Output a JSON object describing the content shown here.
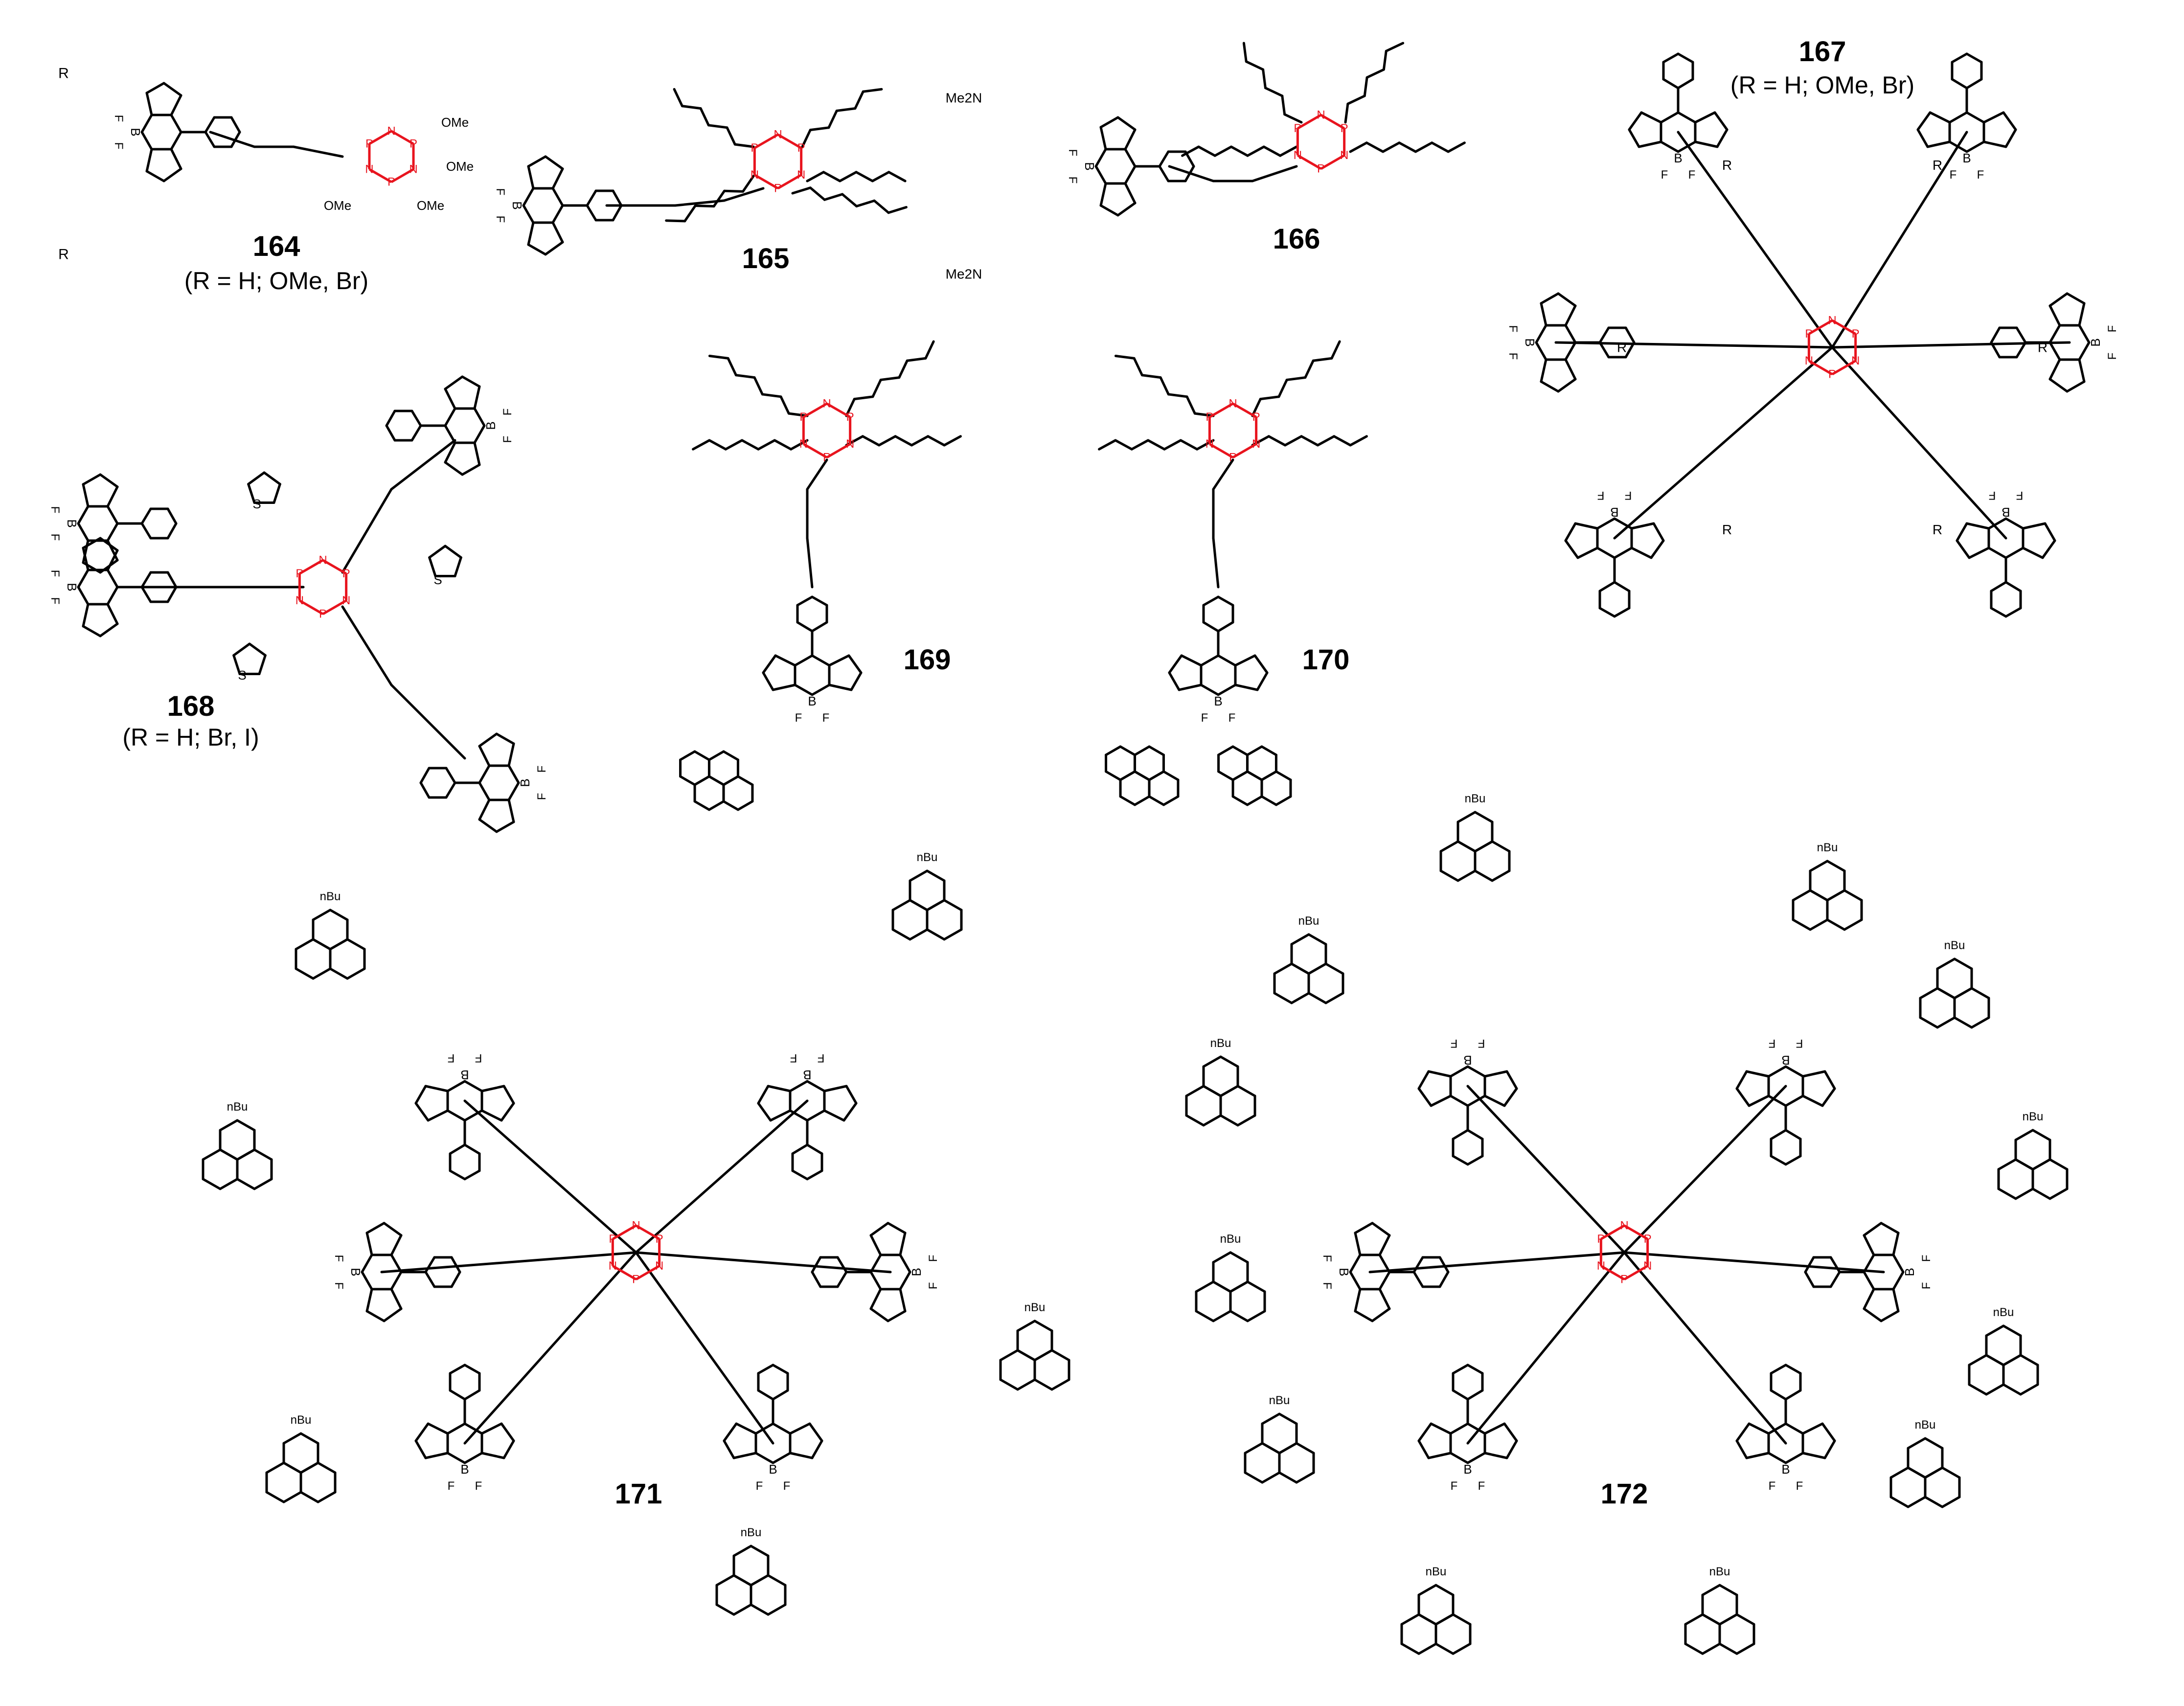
{
  "compounds": [
    {
      "id": "c164",
      "number": "164",
      "substituents": "(R = H; OMe, Br)"
    },
    {
      "id": "c165",
      "number": "165",
      "substituents": ""
    },
    {
      "id": "c166",
      "number": "166",
      "substituents": ""
    },
    {
      "id": "c167",
      "number": "167",
      "substituents": "(R = H; OMe, Br)"
    },
    {
      "id": "c168",
      "number": "168",
      "substituents": "(R = H; Br, I)"
    },
    {
      "id": "c169",
      "number": "169",
      "substituents": ""
    },
    {
      "id": "c170",
      "number": "170",
      "substituents": ""
    },
    {
      "id": "c171",
      "number": "171",
      "substituents": ""
    },
    {
      "id": "c172",
      "number": "172",
      "substituents": ""
    }
  ],
  "atom_labels": {
    "core_P": "P",
    "core_N": "N",
    "boron": "B",
    "fluorine": "F",
    "nitrogen": "N",
    "iodine": "I",
    "oxygen": "O",
    "thiophene_S": "S",
    "R_group": "R",
    "methoxy": "OMe",
    "dimethylamino": "Me2N",
    "butyl": "nBu",
    "linker_count": "4"
  },
  "colors": {
    "core": "#e8141e",
    "bond": "#000000",
    "text": "#000000",
    "background": "#ffffff"
  }
}
